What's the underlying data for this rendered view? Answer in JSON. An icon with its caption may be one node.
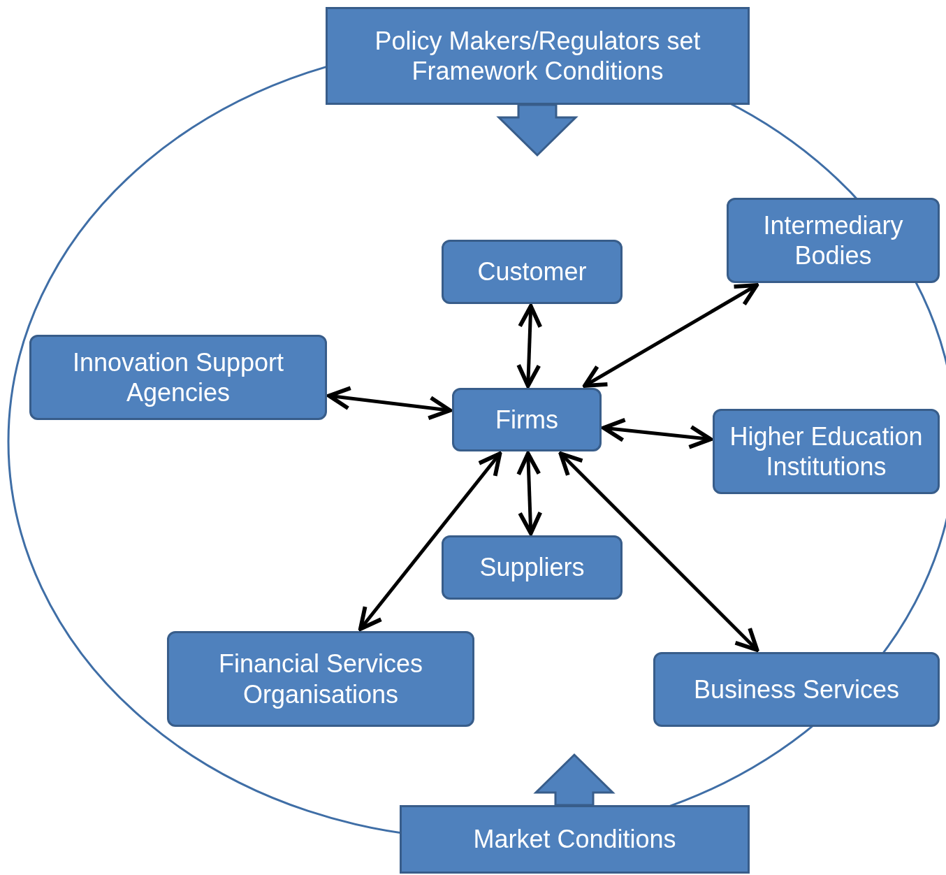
{
  "diagram": {
    "nodes": [
      {
        "text": [
          "Policy Makers/Regulators set Framework Conditions"
        ]
      },
      {
        "text": [
          "Customer"
        ]
      },
      {
        "text": [
          "Intermediary Bodies"
        ]
      },
      {
        "text": [
          "Innovation Support Agencies"
        ]
      },
      {
        "text": [
          "Firms"
        ]
      },
      {
        "text": [
          "Higher Education Institutions"
        ]
      },
      {
        "text": [
          "Suppliers"
        ]
      },
      {
        "text": [
          "Financial Services Organisations"
        ]
      },
      {
        "text": [
          "Business Services"
        ]
      },
      {
        "text": [
          "Market Conditions"
        ]
      }
    ],
    "edges": [
      {
        "from": 4,
        "to": 1,
        "arrow": "both"
      },
      {
        "from": 4,
        "to": 2,
        "arrow": "both"
      },
      {
        "from": 4,
        "to": 3,
        "arrow": "both"
      },
      {
        "from": 4,
        "to": 5,
        "arrow": "both"
      },
      {
        "from": 4,
        "to": 6,
        "arrow": "both"
      },
      {
        "from": 4,
        "to": 7,
        "arrow": "both"
      },
      {
        "from": 4,
        "to": 8,
        "arrow": "both"
      },
      {
        "from": 0,
        "to": null,
        "arrow": "to"
      },
      {
        "from": 9,
        "to": null,
        "arrow": "to"
      }
    ]
  }
}
